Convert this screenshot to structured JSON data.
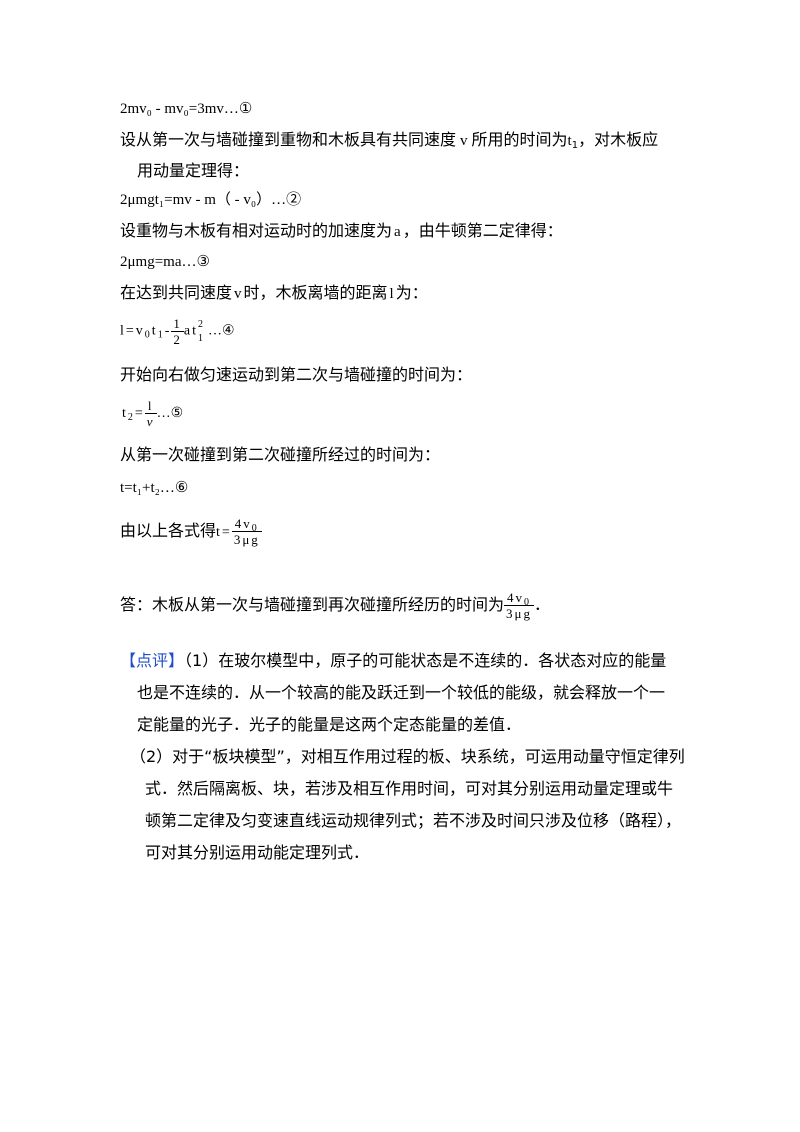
{
  "lines": {
    "eq1": "2mv₀ - mv₀=3mv…①",
    "p1a": "设从第一次与墙碰撞到重物和木板具有共同速度",
    "p1v": "v",
    "p1b": "所用的时间为",
    "p1t1": "t",
    "p1t1sub": "1",
    "p1c": "，对木板应",
    "p1d": "用动量定理得：",
    "eq2": "2μmgt₁=mv - m（ - v₀）…②",
    "p2a": "设重物与木板有相对运动时的加速度为",
    "p2av": "a",
    "p2b": "，由牛顿第二定律得：",
    "eq3": "2μmg=ma…③",
    "p3a": "在达到共同速度",
    "p3v": "v",
    "p3b": "时，木板离墙的距离",
    "p3l": "l",
    "p3c": "为：",
    "p4": "开始向右做匀速运动到第二次与墙碰撞的时间为：",
    "p5": "从第一次碰撞到第二次碰撞所经过的时间为：",
    "eq6": "t=t₁+t₂…⑥",
    "p6": "由以上各式得",
    "answer_a": "答：木板从第一次与墙碰撞到再次碰撞所经历的时间为",
    "answer_end": "．"
  },
  "formulas": {
    "f4_lhs": "l=v",
    "f4_sub0": "0",
    "f4_t": "t",
    "f4_sub1": "1",
    "f4_minus": "-",
    "f4_num": "1",
    "f4_den": "2",
    "f4_at": "at",
    "f4_sup2": "2",
    "f4_sub1b": "1",
    "f4_end": "…④",
    "f5_lhs": "t",
    "f5_sub": "2",
    "f5_eq": "=",
    "f5_num": "l",
    "f5_den": "v",
    "f5_end": "…⑤",
    "f7_lhs": "t=",
    "f7_num": "4v",
    "f7_numsub": "0",
    "f7_den": "3μg",
    "f8_num": "4v",
    "f8_numsub": "0",
    "f8_den": "3μg"
  },
  "comment": {
    "tag": "【点评】",
    "c1a": "（1）在玻尔模型中，原子的可能状态是不连续的．各状态对应的能量",
    "c1b": "也是不连续的．从一个较高的能及跃迁到一个较低的能级，就会释放一个一",
    "c1c": "定能量的光子．光子的能量是这两个定态能量的差值．",
    "c2a": "（2）对于“板块模型”，对相互作用过程的板、块系统，可运用动量守恒定律列",
    "c2b": "式．然后隔离板、块，若涉及相互作用时间，可对其分别运用动量定理或牛",
    "c2c": "顿第二定律及匀变速直线运动规律列式；若不涉及时间只涉及位移（路程），",
    "c2d": "可对其分别运用动能定理列式．"
  },
  "colors": {
    "tag": "#1f4fc7",
    "text": "#000000"
  }
}
